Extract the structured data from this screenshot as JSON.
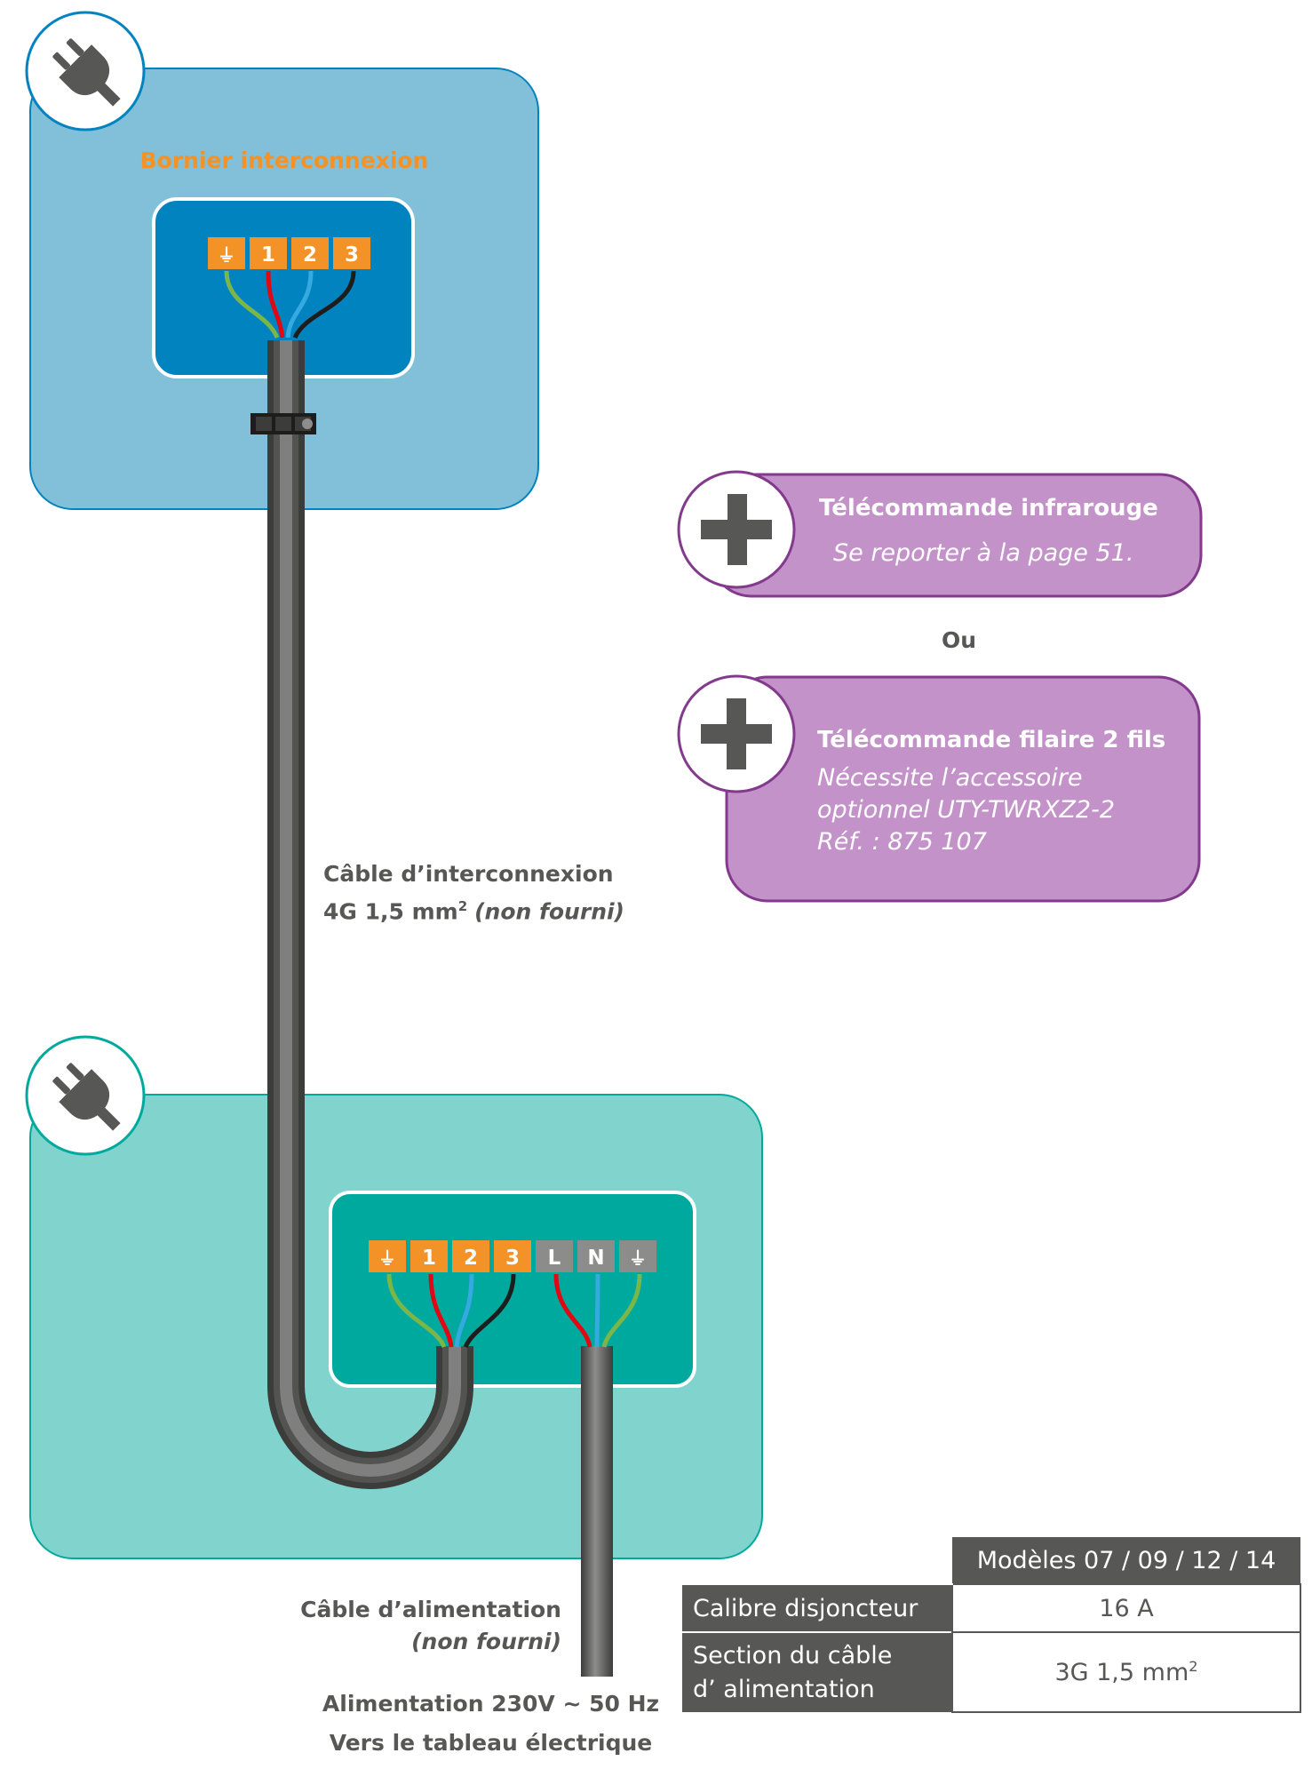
{
  "indoor_unit": {
    "terminal_block_title": "Bornier interconnexion",
    "terminals": [
      "⏚",
      "1",
      "2",
      "3"
    ]
  },
  "outdoor_unit": {
    "terminals": [
      "⏚",
      "1",
      "2",
      "3",
      "L",
      "N",
      "⏚"
    ]
  },
  "accessories": {
    "option_1": {
      "title": "Télécommande infrarouge",
      "note": "Se reporter à la page 51."
    },
    "separator": "Ou",
    "option_2": {
      "title": "Télécommande filaire 2 fils",
      "note_lines": [
        "Nécessite l’accessoire",
        "optionnel UTY-TWRXZ2-2",
        "Réf. : 875 107"
      ]
    }
  },
  "interconnection_cable": {
    "line1": "Câble d’interconnexion",
    "spec": "4G 1,5 mm",
    "spec_sup": "2",
    "note": "(non fourni)"
  },
  "power_cable": {
    "line1": "Câble d’alimentation",
    "note": "(non fourni)",
    "supply": "Alimentation 230V ~ 50 Hz",
    "destination": "Vers le tableau électrique"
  },
  "spec_table": {
    "header": "Modèles 07 / 09 / 12 / 14",
    "rows": [
      {
        "label": "Calibre disjoncteur",
        "value": "16 A"
      },
      {
        "label_lines": [
          "Section du câble",
          "d’ alimentation"
        ],
        "value": "3G 1,5 mm",
        "value_sup": "2"
      }
    ]
  },
  "colors": {
    "indoor_bg": "#82c0d9",
    "indoor_box": "#0083be",
    "outdoor_bg": "#80d4cd",
    "outdoor_box": "#00a99d",
    "terminal_orange": "#f39227",
    "terminal_grey": "#8c8c8b",
    "accessory_purple": "#c392c9",
    "accessory_border": "#833a8d",
    "cable": "#5b5b5b",
    "wire_green": "#7ab648",
    "wire_red": "#e30613",
    "wire_blue": "#36a9e1",
    "wire_black": "#1d1d1b"
  },
  "icons": [
    "plug-icon",
    "plus-icon",
    "ground-icon"
  ]
}
